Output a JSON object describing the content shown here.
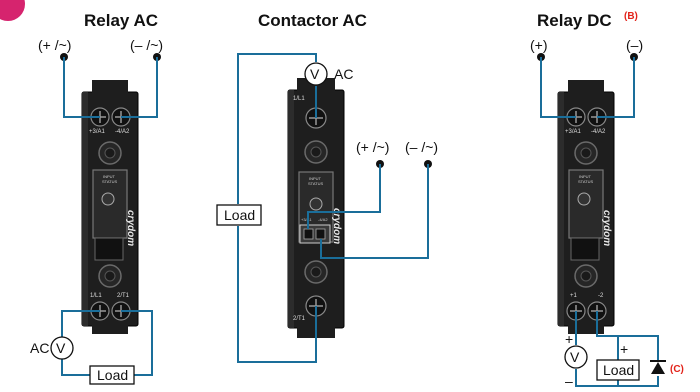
{
  "colors": {
    "wire": "#1a6e9a",
    "device_body": "#1e1e1e",
    "callout": "#e2231a",
    "badge": "#d6246e"
  },
  "titles": {
    "relay_ac": "Relay AC",
    "contactor_ac": "Contactor AC",
    "relay_dc": "Relay DC",
    "relay_dc_note": "(B)"
  },
  "relay_ac": {
    "input_pos": "(+ /~)",
    "input_neg": "(– /~)",
    "terminal_a1": "+3/A1",
    "terminal_a2": "-4/A2",
    "terminal_1l1": "1/L1",
    "terminal_2t1": "2/T1",
    "source_label": "AC",
    "meter_symbol": "V",
    "load_label": "Load"
  },
  "contactor_ac": {
    "meter_symbol": "V",
    "source_label": "AC",
    "input_pos": "(+ /~)",
    "input_neg": "(– /~)",
    "terminal_1l1": "1/L1",
    "terminal_2t1": "2/T1",
    "terminal_a1": "+3/A1",
    "terminal_a2": "-4/A2",
    "load_label": "Load"
  },
  "relay_dc": {
    "input_pos": "(+)",
    "input_neg": "(–)",
    "terminal_a1": "+3/A1",
    "terminal_a2": "-4/A2",
    "terminal_1": "+1",
    "terminal_2": "-2",
    "meter_symbol": "V",
    "meter_plus": "+",
    "meter_minus": "–",
    "load_plus": "+",
    "load_label": "Load",
    "diode_note": "(C)"
  },
  "device": {
    "brand": "crydom",
    "status_line1": "INPUT",
    "status_line2": "STATUS"
  }
}
